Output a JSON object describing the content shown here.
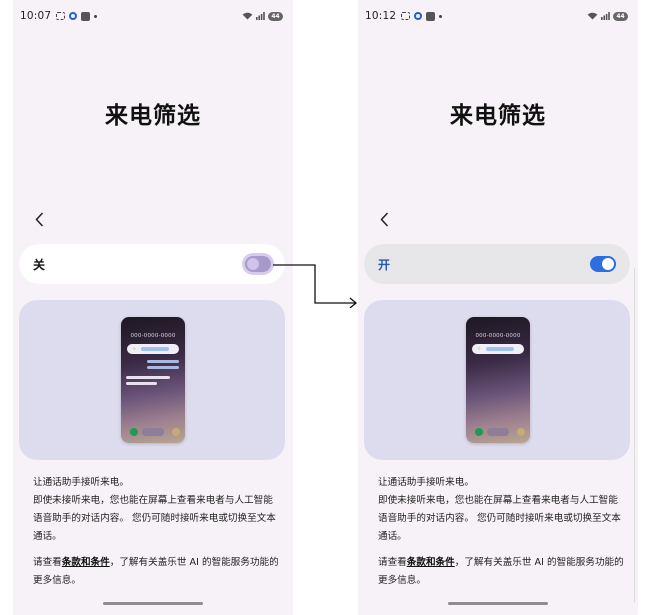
{
  "screens": [
    {
      "status_bar": {
        "time": "10:07",
        "battery": "44"
      },
      "title": "来电筛选",
      "toggle": {
        "label": "关",
        "state": "off"
      },
      "preview": {
        "number": "000-0000-0000"
      },
      "description": {
        "line1": "让通话助手接听来电。",
        "line2": "即使未接听来电，您也能在屏幕上查看来电者与人工智能语音助手的对话内容。 您仍可随时接听来电或切换至文本通话。",
        "terms_prefix": "请查看",
        "terms_link": "条款和条件",
        "terms_suffix": "，了解有关盖乐世 AI 的智能服务功能的更多信息。"
      }
    },
    {
      "status_bar": {
        "time": "10:12",
        "battery": "44"
      },
      "title": "来电筛选",
      "toggle": {
        "label": "开",
        "state": "on"
      },
      "preview": {
        "number": "000-0000-0000"
      },
      "description": {
        "line1": "让通话助手接听来电。",
        "line2": "即使未接听来电，您也能在屏幕上查看来电者与人工智能语音助手的对话内容。 您仍可随时接听来电或切换至文本通话。",
        "terms_prefix": "请查看",
        "terms_link": "条款和条件",
        "terms_suffix": "，了解有关盖乐世 AI 的智能服务功能的更多信息。"
      }
    }
  ],
  "colors": {
    "screen_bg": "#f7f2f7",
    "switch_on": "#2d6ee0",
    "switch_off": "#a898cc",
    "on_label": "#2a55b0",
    "preview_card": "#dcdcee"
  }
}
